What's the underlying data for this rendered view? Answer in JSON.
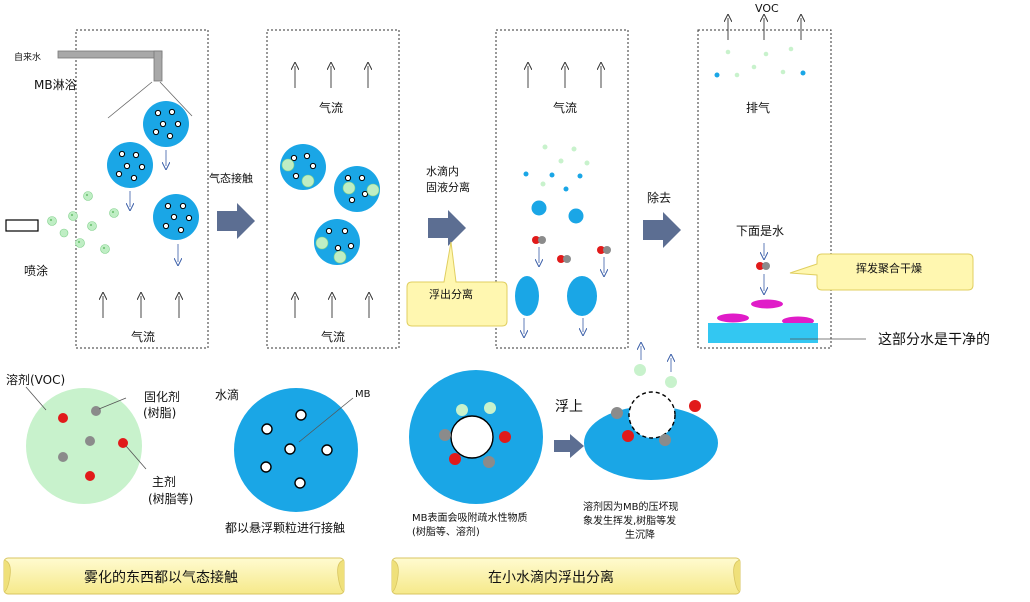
{
  "labels": {
    "tap_water": "自来水",
    "mb_shower": "MB淋浴",
    "spray": "喷涂",
    "airflow_1": "气流",
    "airflow_2_top": "气流",
    "airflow_2_bottom": "气流",
    "airflow_3": "气流",
    "gas_contact": "气态接触",
    "droplet_sep_line1": "水滴内",
    "droplet_sep_line2": "固液分离",
    "float_sep_callout": "浮出分离",
    "remove": "除去",
    "voc": "VOC",
    "exhaust": "排气",
    "below_is_water": "下面是水",
    "volatilize_callout": "挥发聚合干燥",
    "clean_water_note": "这部分水是干净的",
    "solvent": "溶剂(VOC)",
    "curing_line1": "固化剂",
    "curing_line2": "(树脂)",
    "main_line1": "主剂",
    "main_line2": "(树脂等)",
    "droplet": "水滴",
    "mb": "MB",
    "suspended_contact": "都以悬浮颗粒进行接触",
    "float_up": "浮上",
    "mb_adsorb_line1": "MB表面会吸附疏水性物质",
    "mb_adsorb_line2": "(树脂等、溶剂)",
    "solvent_evap_line1": "溶剂因为MB的压坏现",
    "solvent_evap_line2": "象发生挥发,树脂等发",
    "solvent_evap_line3": "生沉降",
    "banner_left": "雾化的东西都以气态接触",
    "banner_right": "在小水滴内浮出分离"
  },
  "colors": {
    "water_blue": "#1aa6e6",
    "pale_green": "#c8f2cc",
    "red": "#e11a1a",
    "gray": "#8b8b8b",
    "magenta": "#e01cc8",
    "arrow_fill": "#5c6e92",
    "callout_fill": "#fff7b0"
  }
}
